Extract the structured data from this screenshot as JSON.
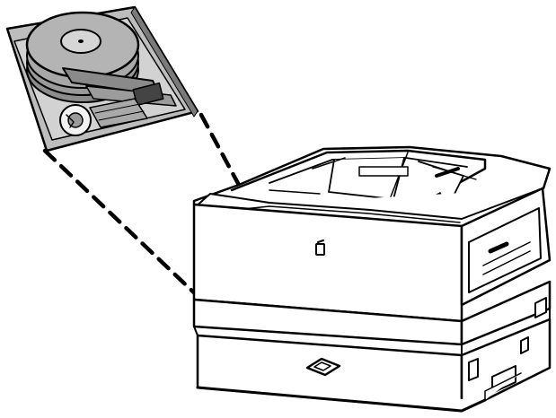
{
  "figure": {
    "components": [
      {
        "id": "hard-disk",
        "icon": "hard-disk-drive-icon"
      },
      {
        "id": "printer",
        "icon": "laser-printer-icon"
      }
    ],
    "callout_style": "dashed",
    "colors": {
      "line": "#000000",
      "gray_dark": "#808080",
      "gray_mid": "#a6a6a6",
      "gray_light": "#cfcfcf",
      "background": "#ffffff"
    }
  }
}
